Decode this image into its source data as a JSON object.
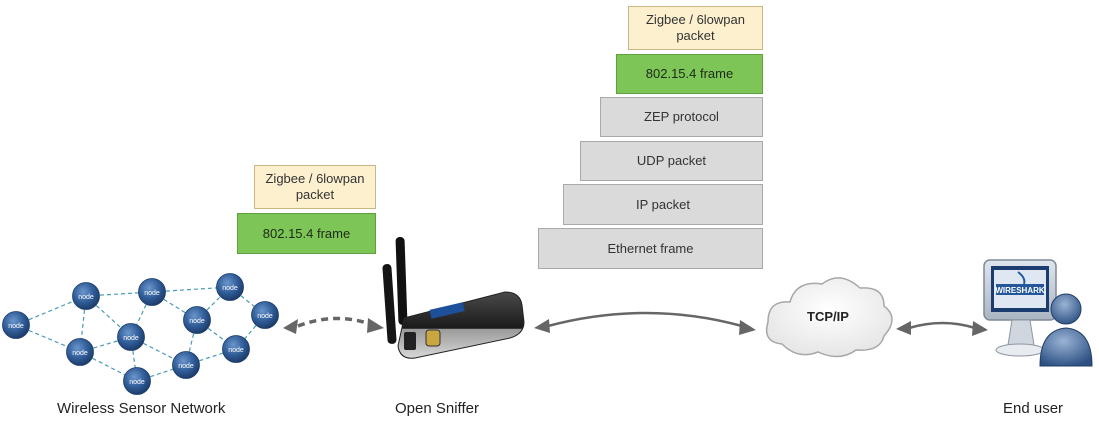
{
  "left_stack": {
    "zigbee_label": "Zigbee / 6lowpan\npacket",
    "frame_label": "802.15.4 frame"
  },
  "right_stack": {
    "zigbee_label": "Zigbee / 6lowpan\npacket",
    "frame_label": "802.15.4 frame",
    "zep_label": "ZEP protocol",
    "udp_label": "UDP packet",
    "ip_label": "IP packet",
    "ethernet_label": "Ethernet frame"
  },
  "network": {
    "node_label": "node",
    "caption": "Wireless Sensor Network"
  },
  "sniffer": {
    "caption": "Open Sniffer"
  },
  "cloud": {
    "label": "TCP/IP"
  },
  "end_user": {
    "caption": "End user",
    "logo_text": "WIRESHARK"
  },
  "colors": {
    "zigbee_fill": "#fdf0cf",
    "frame_fill": "#7cc556",
    "protocol_fill": "#dadada",
    "node_fill": "#2f5c97",
    "arrow": "#666666"
  }
}
